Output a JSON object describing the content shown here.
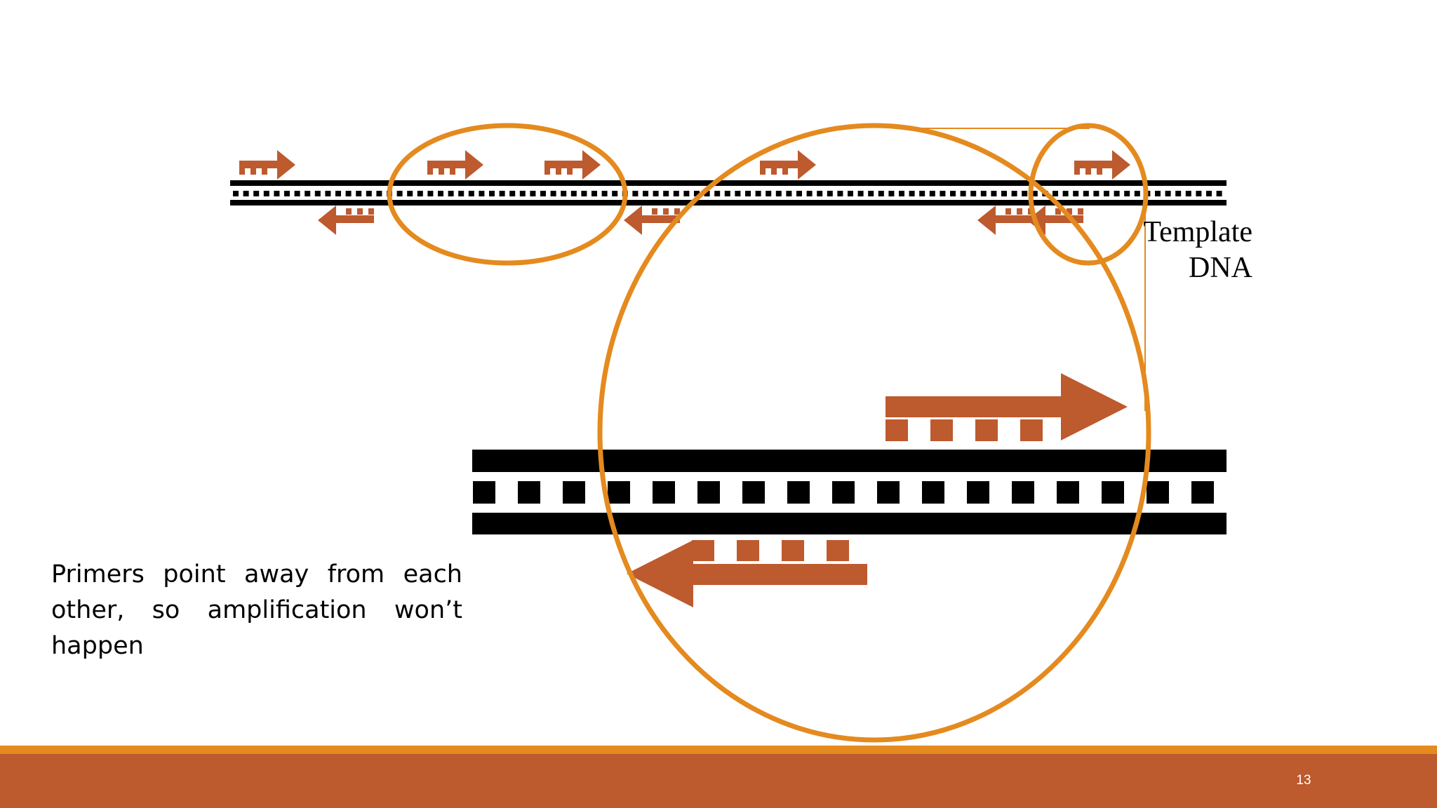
{
  "slide": {
    "template_label": "Template DNA",
    "caption": "Primers point away from each other, so amplification won’t happen",
    "slide_number": "13"
  },
  "colors": {
    "background": "#ffffff",
    "dna_strand": "#000000",
    "primer": "#bd5a2e",
    "highlight_circle": "#e48a1e",
    "footer_line": "#e48a1e",
    "footer_bar": "#bd5a2e",
    "footer_text": "#ffffff"
  },
  "icons": {
    "forward_primer": "right-arrow-primer-icon",
    "reverse_primer": "left-arrow-primer-icon",
    "highlight": "circle-highlight"
  }
}
